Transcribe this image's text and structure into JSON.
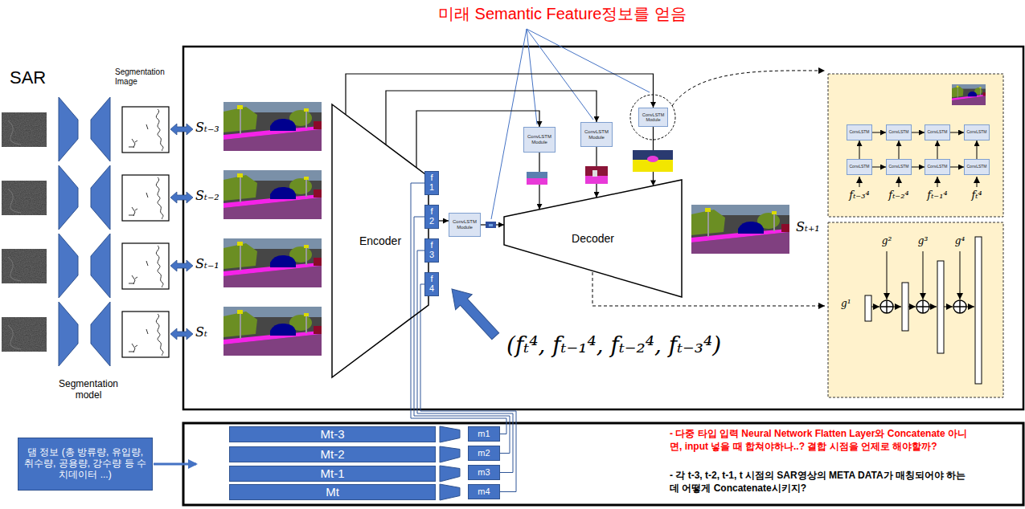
{
  "diagram": {
    "nodes": [
      {
        "text": [
          "Encoder"
        ]
      },
      {
        "text": [
          "Decoder"
        ]
      },
      {
        "text": [
          "f 1"
        ]
      },
      {
        "text": [
          "f 2"
        ]
      },
      {
        "text": [
          "f 3"
        ]
      },
      {
        "text": [
          "f 4"
        ]
      },
      {
        "text": [
          "ConvLSTM Module"
        ]
      },
      {
        "text": [
          "ConvLSTM Module"
        ]
      },
      {
        "text": [
          "ConvLSTM Module"
        ]
      },
      {
        "text": [
          "ConvLSTM Module"
        ]
      },
      {
        "text": [
          "ConvLSTM"
        ]
      },
      {
        "text": [
          "ConvLSTM"
        ]
      },
      {
        "text": [
          "ConvLSTM"
        ]
      },
      {
        "text": [
          "ConvLSTM"
        ]
      },
      {
        "text": [
          "ConvLSTM"
        ]
      },
      {
        "text": [
          "ConvLSTM"
        ]
      },
      {
        "text": [
          "ConvLSTM"
        ]
      },
      {
        "text": [
          "ConvLSTM"
        ]
      },
      {
        "text": [
          "댐 정보 (총 방류량, 유입량, 취수량, 공용량, 강수량 등 수치데이터 ...)"
        ]
      },
      {
        "text": [
          "Mt-3"
        ]
      },
      {
        "text": [
          "Mt-2"
        ]
      },
      {
        "text": [
          "Mt-1"
        ]
      },
      {
        "text": [
          "Mt"
        ]
      },
      {
        "text": [
          "m1"
        ]
      },
      {
        "text": [
          "m2"
        ]
      },
      {
        "text": [
          "m3"
        ]
      },
      {
        "text": [
          "m4"
        ]
      }
    ],
    "edges": [
      {
        "from": 0,
        "to": 7,
        "arrow": "to"
      },
      {
        "from": 0,
        "to": 8,
        "arrow": "to"
      },
      {
        "from": 0,
        "to": 9,
        "arrow": "to"
      },
      {
        "from": 3,
        "to": 6,
        "arrow": "to"
      },
      {
        "from": 6,
        "to": 1,
        "arrow": "to"
      },
      {
        "from": 7,
        "to": 1,
        "arrow": "to"
      },
      {
        "from": 8,
        "to": 1,
        "arrow": "to"
      },
      {
        "from": 9,
        "to": 1,
        "arrow": "to"
      },
      {
        "from": 14,
        "to": 15,
        "arrow": "to"
      },
      {
        "from": 15,
        "to": 16,
        "arrow": "to"
      },
      {
        "from": 16,
        "to": 17,
        "arrow": "to"
      },
      {
        "from": 10,
        "to": 11,
        "arrow": "to"
      },
      {
        "from": 11,
        "to": 12,
        "arrow": "to"
      },
      {
        "from": 12,
        "to": 13,
        "arrow": "to"
      },
      {
        "from": 14,
        "to": 10,
        "arrow": "to"
      },
      {
        "from": 15,
        "to": 11,
        "arrow": "to"
      },
      {
        "from": 16,
        "to": 12,
        "arrow": "to"
      },
      {
        "from": 17,
        "to": 13,
        "arrow": "to"
      },
      {
        "from": 19,
        "to": 23,
        "arrow": "none"
      },
      {
        "from": 20,
        "to": 24,
        "arrow": "none"
      },
      {
        "from": 21,
        "to": 25,
        "arrow": "none"
      },
      {
        "from": 22,
        "to": 26,
        "arrow": "none"
      },
      {
        "from": 2,
        "to": 23,
        "arrow": "none"
      },
      {
        "from": 3,
        "to": 24,
        "arrow": "none"
      },
      {
        "from": 4,
        "to": 25,
        "arrow": "none"
      },
      {
        "from": 5,
        "to": 26,
        "arrow": "none"
      }
    ],
    "labels": [
      "미래 Semantic Feature정보를 얻음",
      "SAR",
      "Segmentation Image",
      "Sₜ₋₃",
      "Sₜ₋₂",
      "Sₜ₋₁",
      "Sₜ",
      "Segmentation model",
      "Sₜ₊₁",
      "(fₜ⁴, fₜ₋₁⁴, fₜ₋₂⁴, fₜ₋₃⁴)",
      "fₜ₋₃⁴",
      "fₜ₋₂⁴",
      "fₜ₋₁⁴",
      "fₜ⁴",
      "g¹",
      "g²",
      "g³",
      "g⁴",
      "- 다중 타입 입력 Neural Network Flatten Layer와 Concatenate 아니면, input 넣을 때 합쳐야하나..? 결합 시점을 언제로 해야할까?",
      "- 각 t-3, t-2, t-1, t 시점의 SAR영상의 META DATA가 매칭되어야 하는데 어떻게 Concatenate시키지?"
    ]
  }
}
